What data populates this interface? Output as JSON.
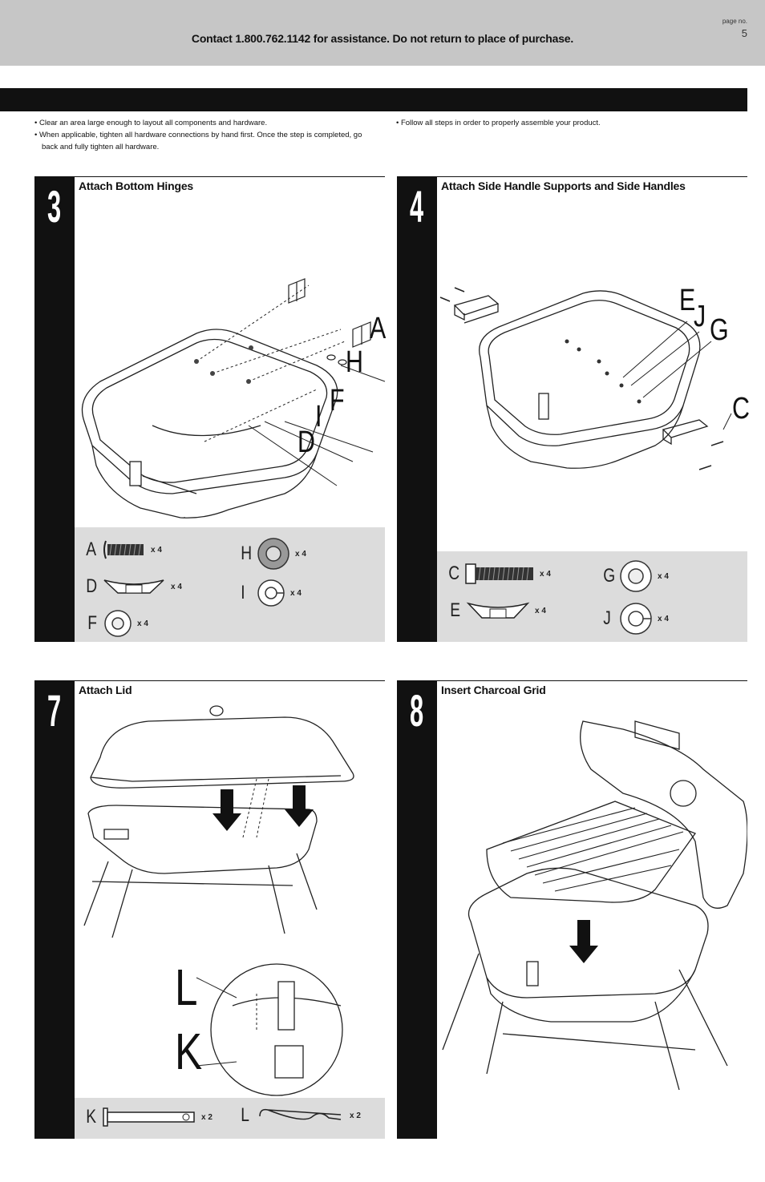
{
  "header": {
    "contact_line": "Contact 1.800.762.1142 for assistance. Do not return to place of purchase.",
    "page_label": "page no.",
    "page_number": "5"
  },
  "notes": {
    "left": [
      "Clear an area large enough to layout all components and hardware.",
      "When applicable, tighten all hardware connections by hand first. Once the step is completed, go back and fully tighten all hardware."
    ],
    "right": [
      "Follow all steps in order to properly assemble your product."
    ]
  },
  "steps": [
    {
      "number": "3",
      "title": "Attach Bottom Hinges",
      "callouts": [
        "A",
        "H",
        "F",
        "I",
        "D"
      ],
      "hardware": [
        {
          "letter": "A",
          "qty": "x 4",
          "part": "bolt"
        },
        {
          "letter": "H",
          "qty": "x 4",
          "part": "flat-washer"
        },
        {
          "letter": "D",
          "qty": "x 4",
          "part": "wing-nut"
        },
        {
          "letter": "I",
          "qty": "x 4",
          "part": "lock-washer"
        },
        {
          "letter": "F",
          "qty": "x 4",
          "part": "flat-washer-small"
        }
      ]
    },
    {
      "number": "4",
      "title": "Attach Side Handle Supports and Side Handles",
      "callouts": [
        "E",
        "J",
        "G",
        "C"
      ],
      "hardware": [
        {
          "letter": "C",
          "qty": "x 4",
          "part": "bolt-long"
        },
        {
          "letter": "G",
          "qty": "x 4",
          "part": "flat-washer"
        },
        {
          "letter": "E",
          "qty": "x 4",
          "part": "wing-nut"
        },
        {
          "letter": "J",
          "qty": "x 4",
          "part": "lock-washer"
        }
      ]
    },
    {
      "number": "7",
      "title": "Attach Lid",
      "callouts": [
        "L",
        "K"
      ],
      "hardware": [
        {
          "letter": "K",
          "qty": "x 2",
          "part": "hinge-pin"
        },
        {
          "letter": "L",
          "qty": "x 2",
          "part": "hair-pin-clip"
        }
      ]
    },
    {
      "number": "8",
      "title": "Insert Charcoal Grid",
      "callouts": [],
      "hardware": []
    }
  ]
}
